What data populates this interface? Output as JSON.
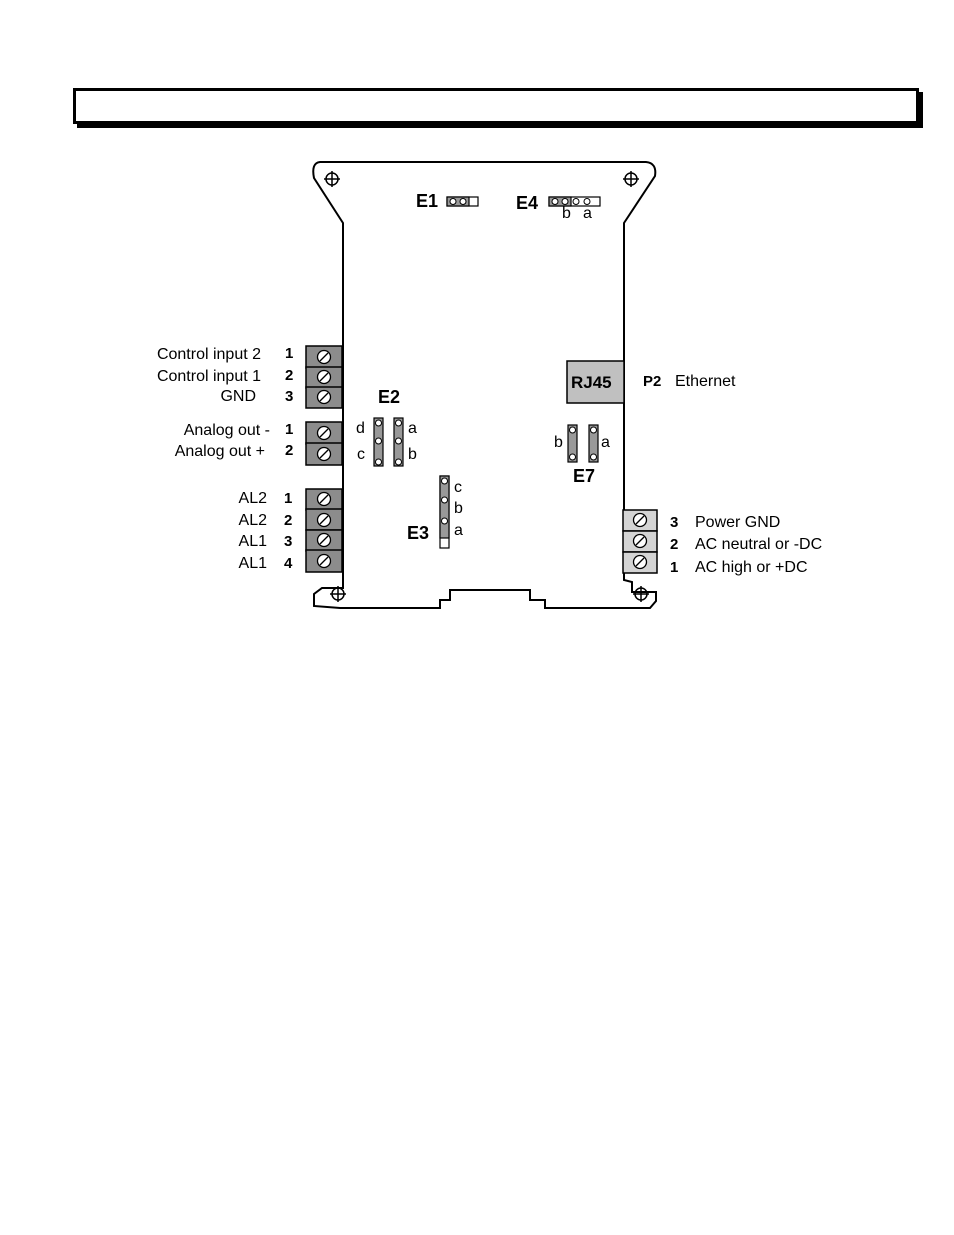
{
  "title_bar": {
    "text": ""
  },
  "left_terminals": {
    "control": [
      {
        "label": "Control input 2",
        "num": "1"
      },
      {
        "label": "Control input 1",
        "num": "2"
      },
      {
        "label": "GND",
        "num": "3"
      }
    ],
    "analog": [
      {
        "label": "Analog out -",
        "num": "1"
      },
      {
        "label": "Analog out +",
        "num": "2"
      }
    ],
    "alarm": [
      {
        "label": "AL2",
        "num": "1"
      },
      {
        "label": "AL2",
        "num": "2"
      },
      {
        "label": "AL1",
        "num": "3"
      },
      {
        "label": "AL1",
        "num": "4"
      }
    ]
  },
  "right_terminals": [
    {
      "num": "3",
      "label": "Power GND"
    },
    {
      "num": "2",
      "label": "AC neutral or -DC"
    },
    {
      "num": "1",
      "label": "AC high or +DC"
    }
  ],
  "rj45": {
    "text": "RJ45",
    "port": "P2",
    "label": "Ethernet"
  },
  "jumpers": {
    "e1": {
      "name": "E1"
    },
    "e2": {
      "name": "E2",
      "pin_d": "d",
      "pin_c": "c",
      "pin_a": "a",
      "pin_b": "b"
    },
    "e3": {
      "name": "E3",
      "pin_c": "c",
      "pin_b": "b",
      "pin_a": "a"
    },
    "e4": {
      "name": "E4",
      "pin_b": "b",
      "pin_a": "a"
    },
    "e7": {
      "name": "E7",
      "pin_b": "b",
      "pin_a": "a"
    }
  },
  "colors": {
    "terminal_dark": "#8c8c8c",
    "terminal_light": "#d4d4d4",
    "rj45_fill": "#c0c0c0",
    "jumper_fill": "#999999"
  }
}
